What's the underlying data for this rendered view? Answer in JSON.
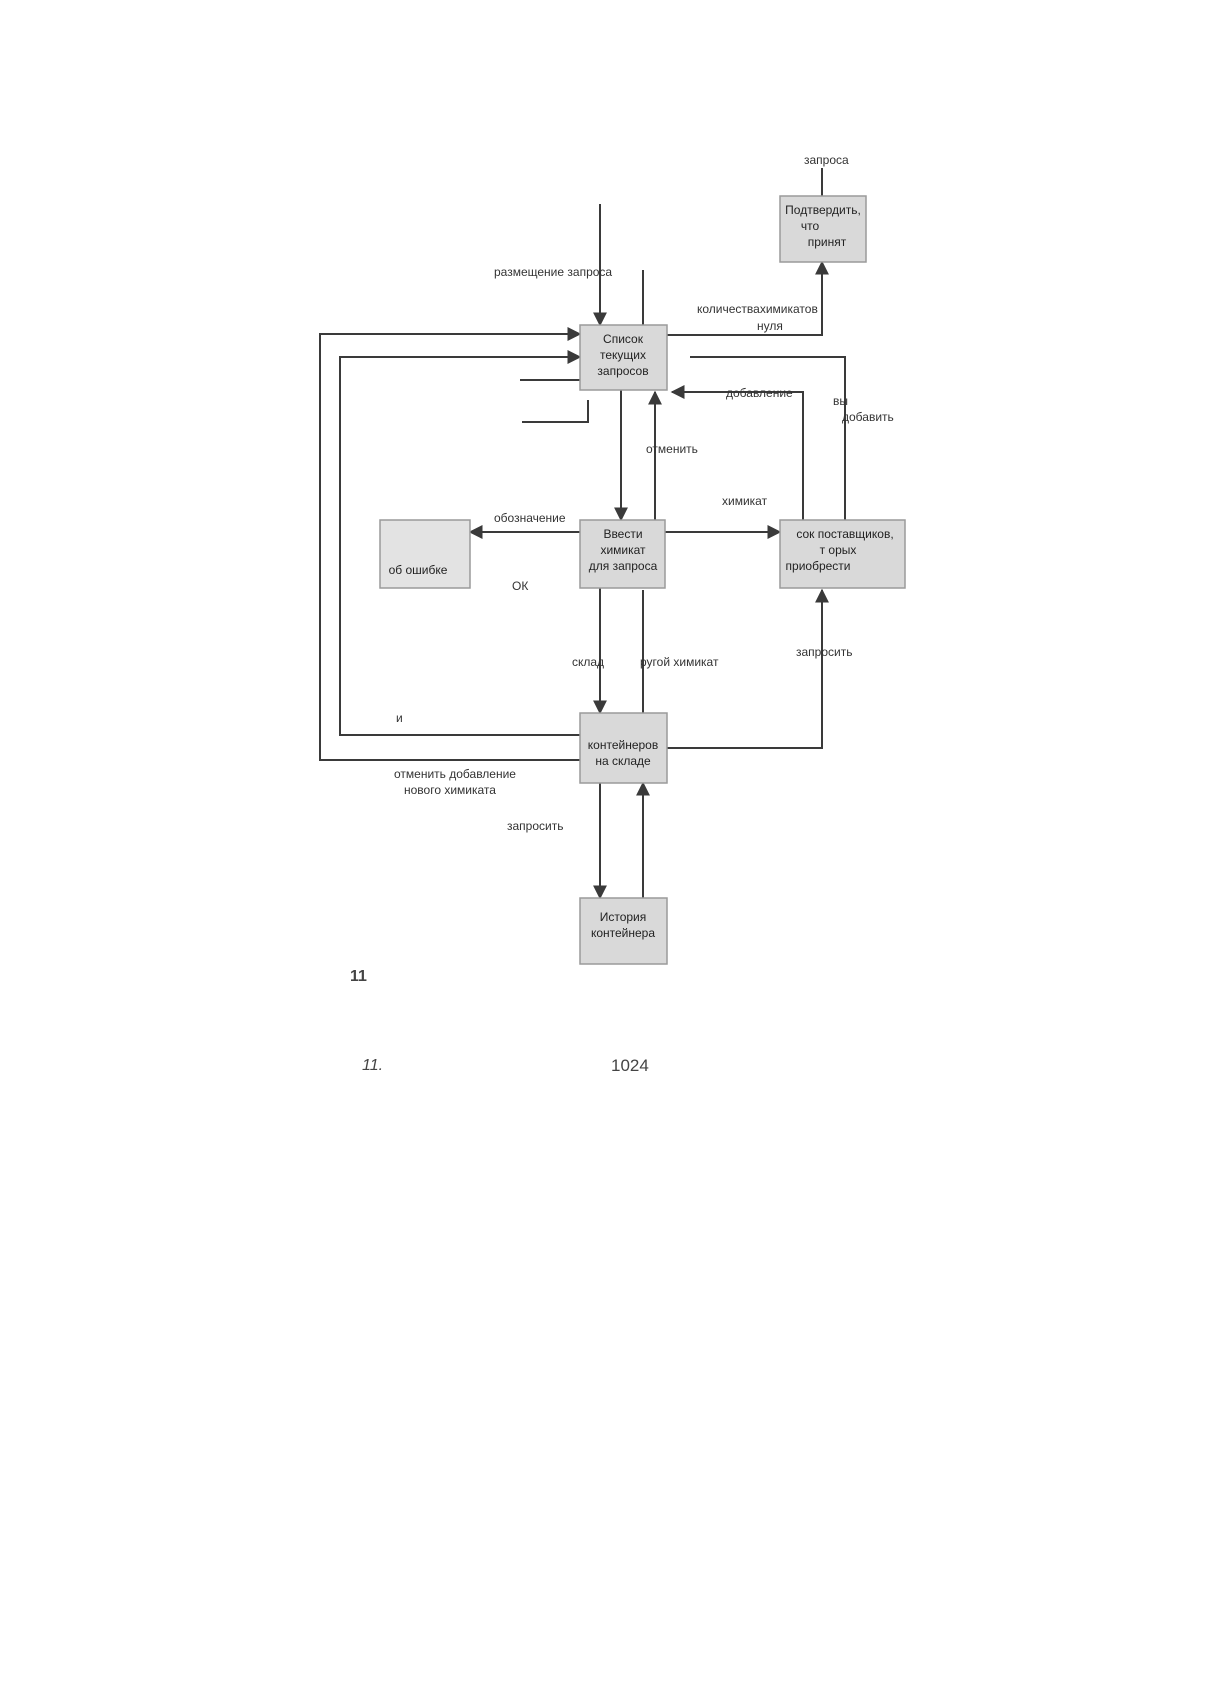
{
  "boxes": {
    "confirm": [
      "Подтвердить,",
      "что",
      "принят"
    ],
    "request_list": [
      "Список",
      "текущих",
      "запросов"
    ],
    "enter_chemical": [
      "Ввести",
      "химикат",
      "для запроса"
    ],
    "error": [
      "об ошибке"
    ],
    "suppliers": [
      "сок поставщиков,",
      "т орых",
      "приобрести"
    ],
    "containers": [
      "контейнеров",
      "на складе"
    ],
    "history": [
      "История",
      "контейнера"
    ]
  },
  "labels": {
    "zaprosa": "запроса",
    "razmeshchenie": "размещение запроса",
    "kolichestvo": "количествахимикатов",
    "nulya": "нуля",
    "dobavlenie": "добавление",
    "vy": "вы",
    "dobavit": "добавить",
    "otmenit": "отменить",
    "khimikat": "химикат",
    "oboznachenie": "обозначение",
    "ok": "ОК",
    "sklad": "склад",
    "drugoy": "ругой химикат",
    "zaprosit_right": "запросить",
    "i": "и",
    "otmenit_dobavlenie_1": "отменить добавление",
    "otmenit_dobavlenie_2": "нового химиката",
    "zaprosit_bottom": "запросить"
  },
  "caption": {
    "figure": "11",
    "number": "11.",
    "page": "1024"
  }
}
